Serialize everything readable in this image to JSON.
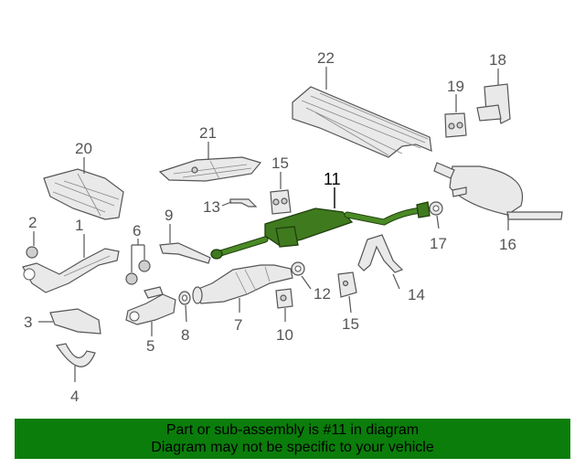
{
  "diagram": {
    "callouts": {
      "c1": "1",
      "c2": "2",
      "c3": "3",
      "c4": "4",
      "c5": "5",
      "c6": "6",
      "c7": "7",
      "c8": "8",
      "c9": "9",
      "c10": "10",
      "c11": "11",
      "c12": "12",
      "c13": "13",
      "c14": "14",
      "c15a": "15",
      "c15b": "15",
      "c16": "16",
      "c17": "17",
      "c18": "18",
      "c19": "19",
      "c20": "20",
      "c21": "21",
      "c22": "22"
    },
    "highlight_color": "#3f7a1f"
  },
  "banner": {
    "line1": "Part or sub-assembly is #11 in diagram",
    "line2": "Diagram may not be specific to your vehicle",
    "color": "#0b7d0b"
  }
}
